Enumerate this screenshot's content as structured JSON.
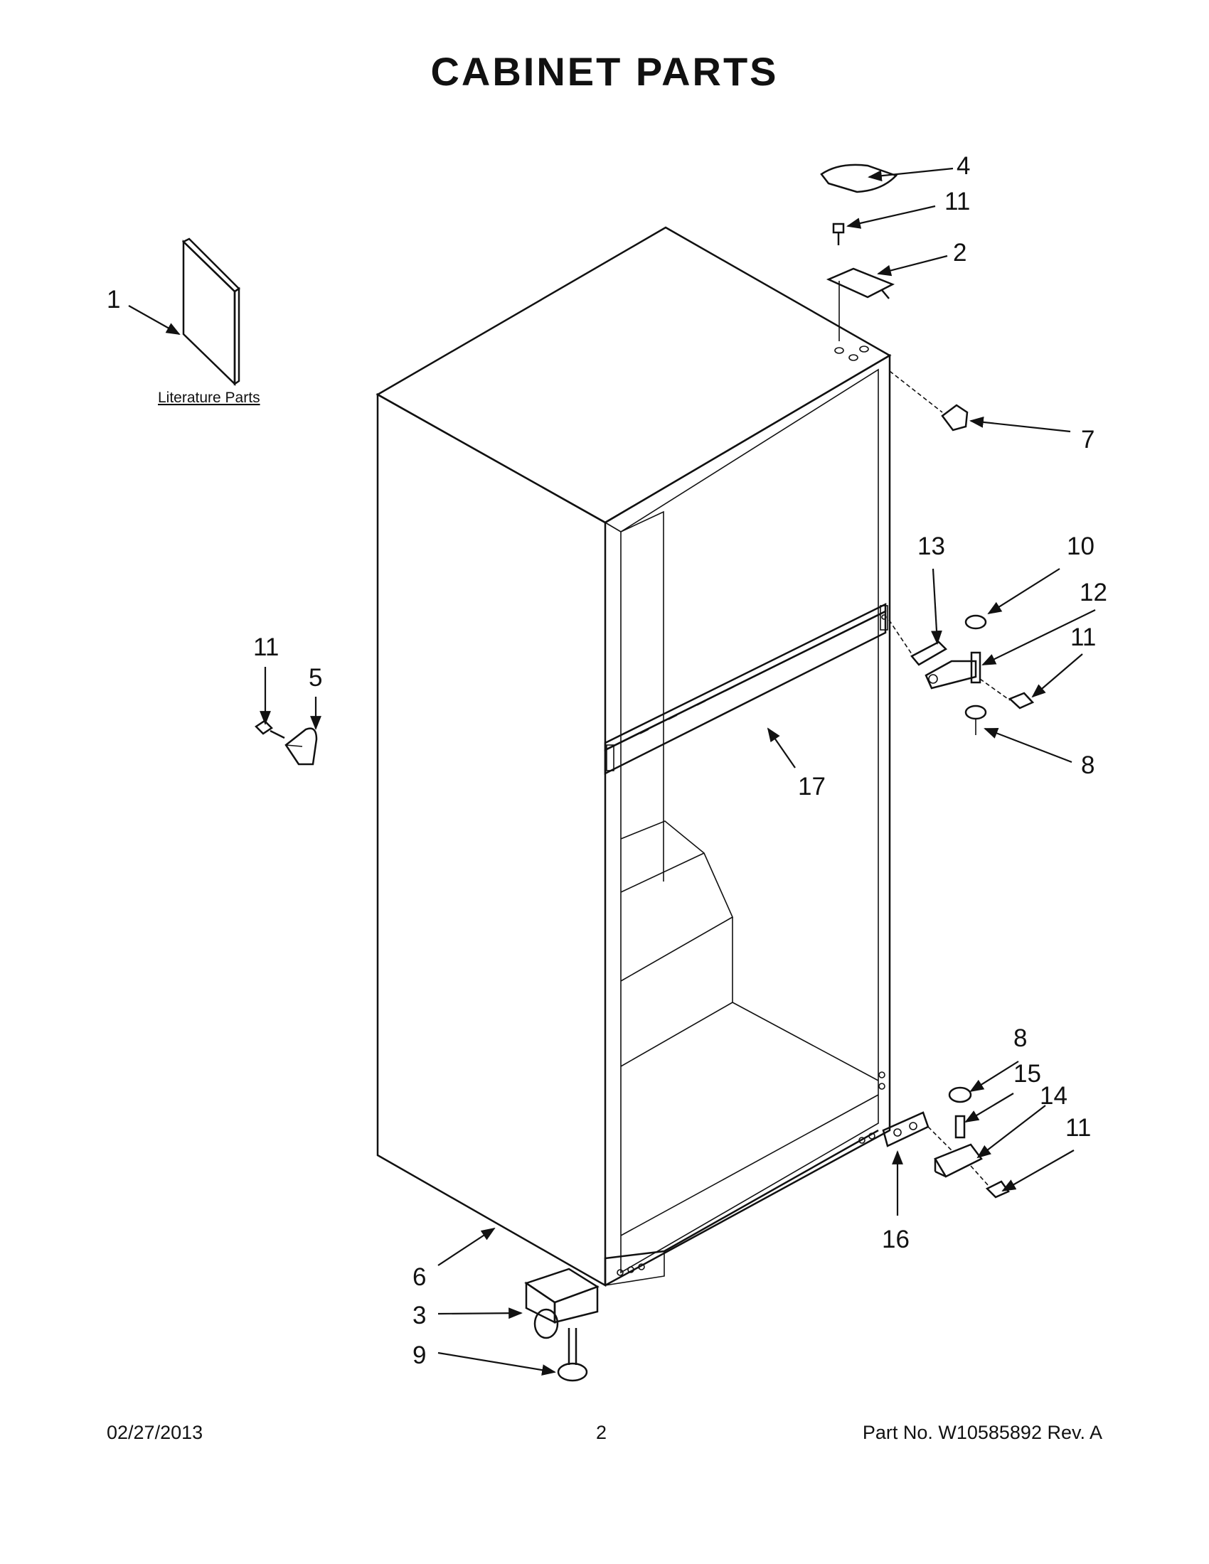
{
  "title": "CABINET PARTS",
  "literature_label": "Literature Parts",
  "callouts": {
    "c1": "1",
    "c2": "2",
    "c3": "3",
    "c4": "4",
    "c5": "5",
    "c6": "6",
    "c7": "7",
    "c8a": "8",
    "c8b": "8",
    "c9": "9",
    "c10": "10",
    "c11a": "11",
    "c11b": "11",
    "c11c": "11",
    "c11d": "11",
    "c12": "12",
    "c13": "13",
    "c14": "14",
    "c15": "15",
    "c16": "16",
    "c17": "17"
  },
  "footer": {
    "date": "02/27/2013",
    "page": "2",
    "part": "Part No.  W10585892  Rev.  A"
  }
}
